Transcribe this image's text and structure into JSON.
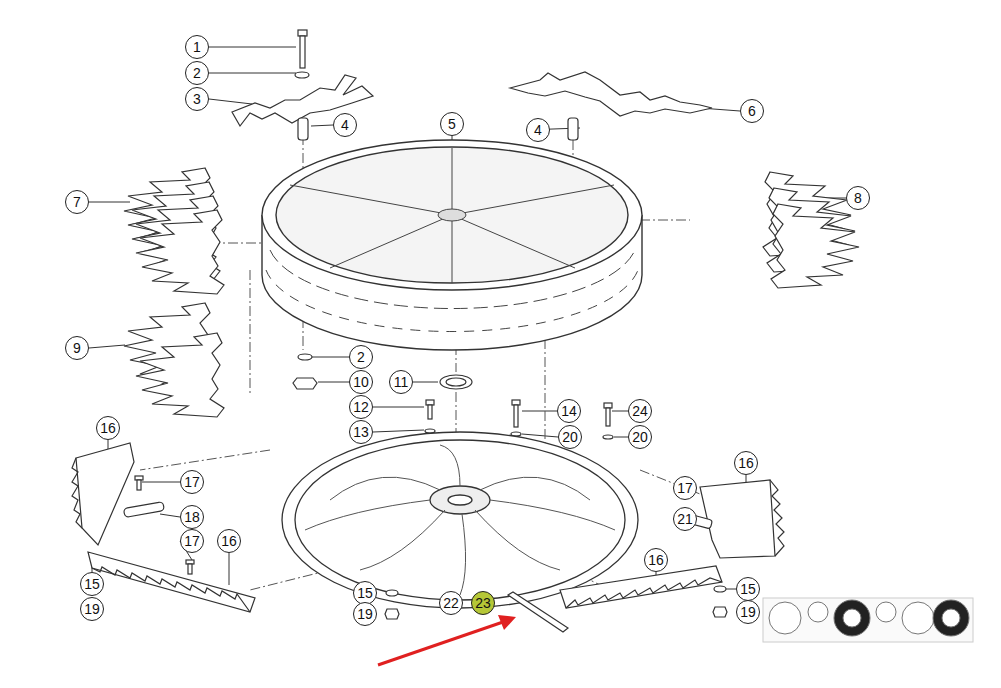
{
  "diagram": {
    "labels": [
      "1",
      "2",
      "3",
      "4",
      "5",
      "4",
      "6",
      "7",
      "8",
      "9",
      "2",
      "10",
      "11",
      "12",
      "14",
      "24",
      "13",
      "20",
      "20",
      "16",
      "16",
      "17",
      "17",
      "18",
      "21",
      "17",
      "16",
      "16",
      "15",
      "15",
      "15",
      "22",
      "23",
      "19",
      "19",
      "19"
    ]
  }
}
